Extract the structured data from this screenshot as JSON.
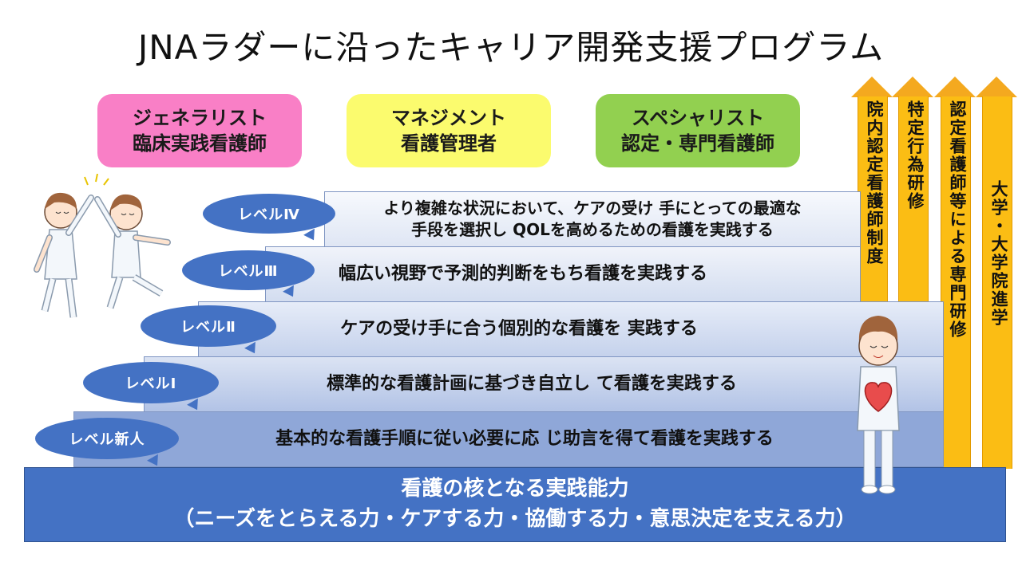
{
  "title": "JNAラダーに沿ったキャリア開発支援プログラム",
  "roles": [
    {
      "line1": "ジェネラリスト",
      "line2": "臨床実践看護師",
      "color": "#f97fc6"
    },
    {
      "line1": "マネジメント",
      "line2": "看護管理者",
      "color": "#fbfb6e"
    },
    {
      "line1": "スペシャリスト",
      "line2": "認定・専門看護師",
      "color": "#92d050"
    }
  ],
  "levels": [
    {
      "badge": "レベルⅣ",
      "desc_line1": "より複雑な状況において、ケアの受け 手にとっての最適な",
      "desc_line2": "手段を選択し QOLを高めるための看護を実践する"
    },
    {
      "badge": "レベルⅢ",
      "desc_line1": "幅広い視野で予測的判断をもち看護を実践する",
      "desc_line2": ""
    },
    {
      "badge": "レベルⅡ",
      "desc_line1": "ケアの受け手に合う個別的な看護を 実践する",
      "desc_line2": ""
    },
    {
      "badge": "レベルⅠ",
      "desc_line1": "標準的な看護計画に基づき自立し て看護を実践する",
      "desc_line2": ""
    },
    {
      "badge": "レベル新人",
      "desc_line1": "基本的な看護手順に従い必要に応 じ助言を得て看護を実践する",
      "desc_line2": ""
    }
  ],
  "base": {
    "line1": "看護の核となる実践能力",
    "line2": "（ニーズをとらえる力・ケアする力・協働する力・意思決定を支える力）"
  },
  "arrows": [
    {
      "label": "院内認定看護師制度"
    },
    {
      "label": "特定行為研修"
    },
    {
      "label": "認定看護師等による専門研修"
    },
    {
      "label": "大学・大学院進学"
    }
  ],
  "colors": {
    "badge": "#4472c4",
    "base": "#4472c4",
    "arrow": "#fbbd14"
  }
}
